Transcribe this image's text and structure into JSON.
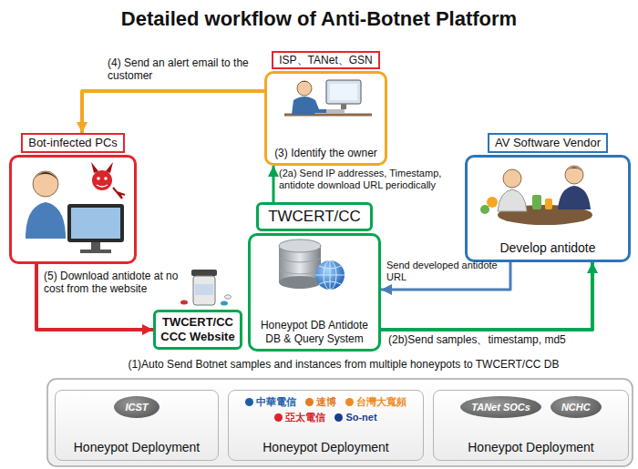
{
  "diagram": {
    "title": "Detailed workflow of Anti-Botnet Platform",
    "nodes": [
      {
        "text": [
          "ISP、TANet、GSN",
          "(3) Identify the owner"
        ]
      },
      {
        "text": [
          "Bot-infected PCs"
        ]
      },
      {
        "text": [
          "AV Software Vendor",
          "Develop antidote"
        ]
      },
      {
        "text": [
          "TWCERT/CC",
          "Honeypot DB Antidote DB & Query System"
        ]
      },
      {
        "text": [
          "TWCERT/CC CCC Website"
        ]
      },
      {
        "text": [
          "ICST",
          "Honeypot Deployment"
        ]
      },
      {
        "text": [
          "中華電信",
          "速博",
          "台灣大寬頻",
          "亞太電信",
          "So-net",
          "Honeypot Deployment"
        ]
      },
      {
        "text": [
          "TANet SOCs",
          "NCHC",
          "Honeypot Deployment"
        ]
      }
    ],
    "edges": [
      {
        "from": 3,
        "to": 0,
        "arrow": "to",
        "label": "(2a) Send IP addresses, Timestamp, antidote download URL periodically"
      },
      {
        "from": 0,
        "to": 1,
        "arrow": "to",
        "label": "(4) Send an alert email to the customer"
      },
      {
        "from": 1,
        "to": 4,
        "arrow": "to",
        "label": "(5) Download antidote at no cost from the website"
      },
      {
        "from": 2,
        "to": 3,
        "arrow": "to",
        "label": "Send developed antidote URL"
      },
      {
        "from": 3,
        "to": 2,
        "arrow": "to",
        "label": "(2b)Send samples、timestamp, md5"
      }
    ],
    "labels": [
      "(1)Auto Send Botnet samples and instances from multiple honeypots to TWCERT/CC DB"
    ]
  }
}
